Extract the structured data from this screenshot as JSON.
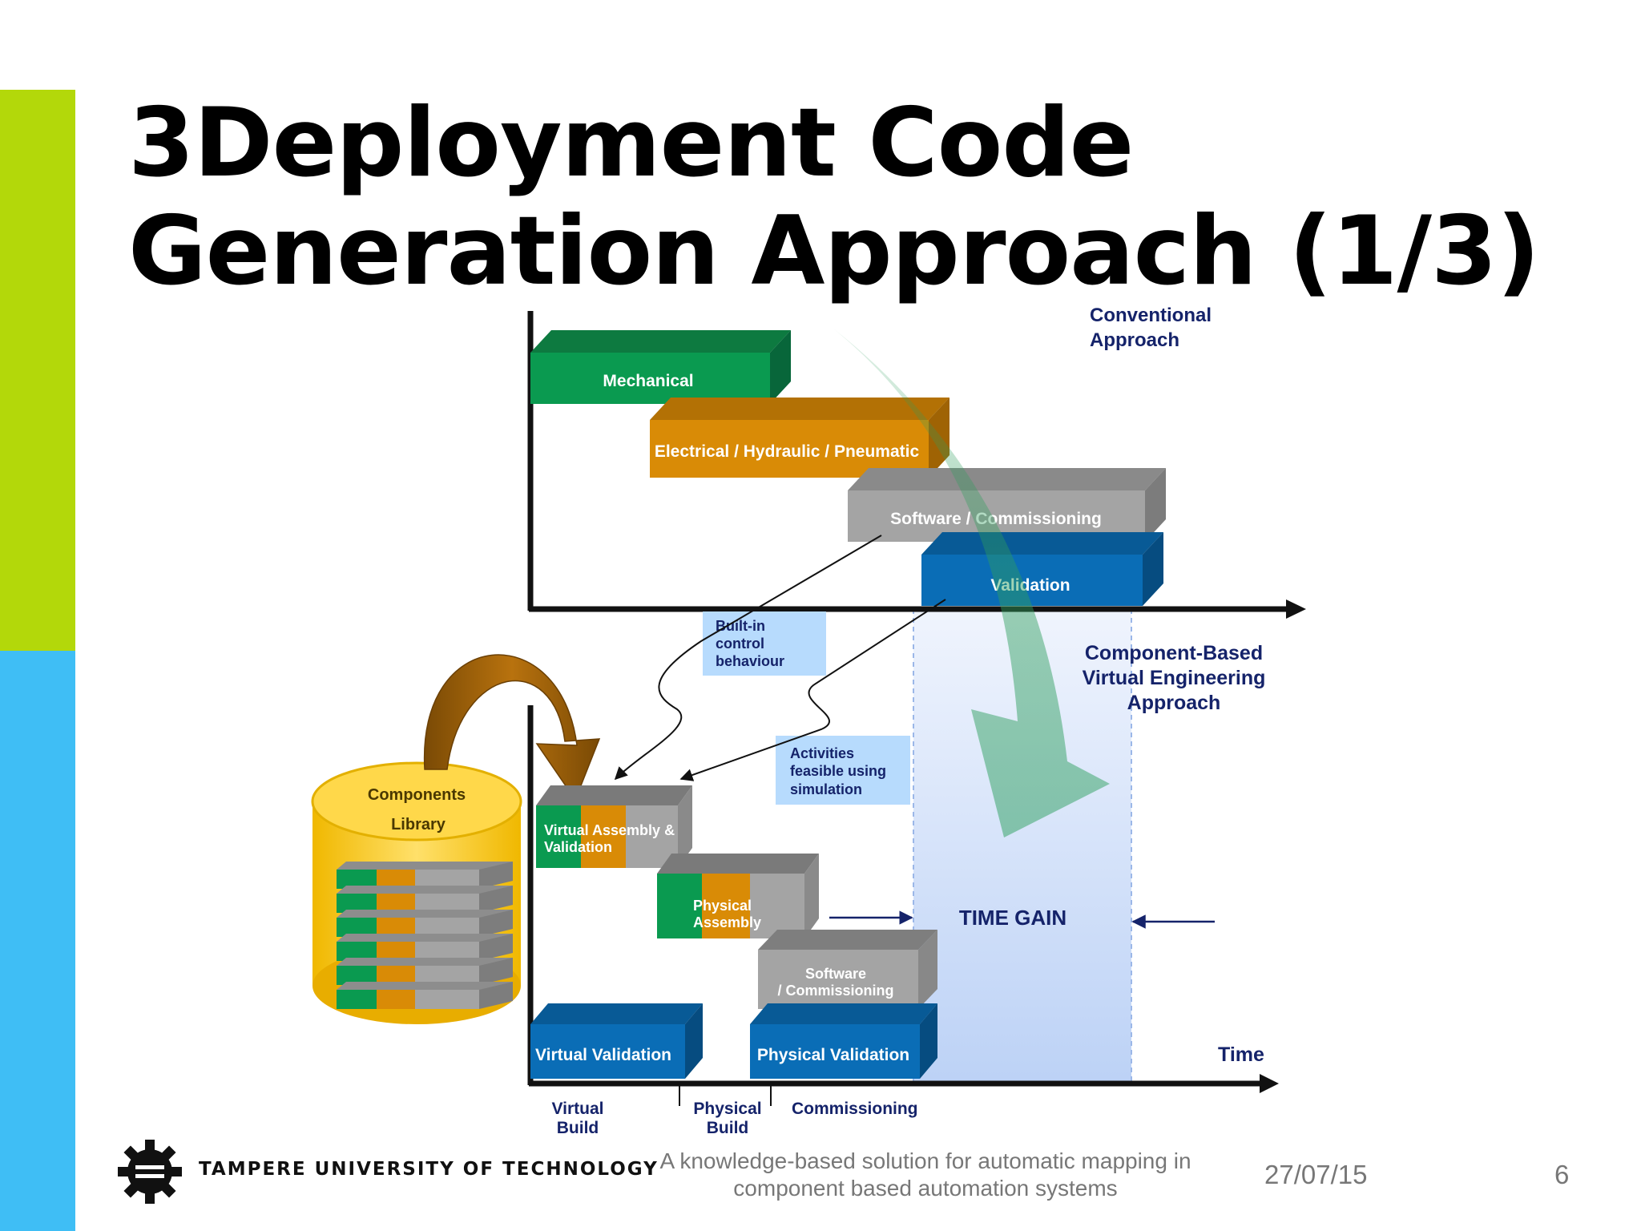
{
  "slide": {
    "title_line1": "3Deployment Code",
    "title_line2": "Generation Approach (1/3)"
  },
  "diagram": {
    "conventional_label_1": "Conventional",
    "conventional_label_2": "Approach",
    "component_label_1": "Component-Based",
    "component_label_2": "Virtual Engineering",
    "component_label_3": "Approach",
    "bars": {
      "mechanical": "Mechanical",
      "electrical": "Electrical / Hydraulic / Pneumatic",
      "software": "Software / Commissioning",
      "validation": "Validation",
      "virtual_assembly_1": "Virtual Assembly &",
      "virtual_assembly_2": "Validation",
      "physical_assembly_1": "Physical",
      "physical_assembly_2": "Assembly",
      "software2_1": "Software",
      "software2_2": "/ Commissioning",
      "virtual_validation": "Virtual Validation",
      "physical_validation": "Physical Validation"
    },
    "callouts": {
      "builtin_1": "Built-in",
      "builtin_2": "control",
      "builtin_3": "behaviour",
      "activities_1": "Activities",
      "activities_2": "feasible using",
      "activities_3": "simulation"
    },
    "library_1": "Components",
    "library_2": "Library",
    "time_gain": "TIME GAIN",
    "time": "Time",
    "phases": {
      "virtual_1": "Virtual",
      "virtual_2": "Build",
      "physical_1": "Physical",
      "physical_2": "Build",
      "commissioning": "Commissioning"
    },
    "colors": {
      "green": "#0a9a50",
      "orange": "#d98b06",
      "gray": "#a4a4a4",
      "blue": "#0a6db6",
      "navy": "#15236a",
      "callout": "#b7dbfd",
      "library_yellow": "#f7c80c"
    }
  },
  "footer": {
    "logo_icon": "gear-logo-icon",
    "university": "TAMPERE UNIVERSITY OF TECHNOLOGY",
    "subtitle_line1": "A knowledge-based solution for automatic mapping in",
    "subtitle_line2": "component based automation systems",
    "date": "27/07/15",
    "page": "6"
  }
}
